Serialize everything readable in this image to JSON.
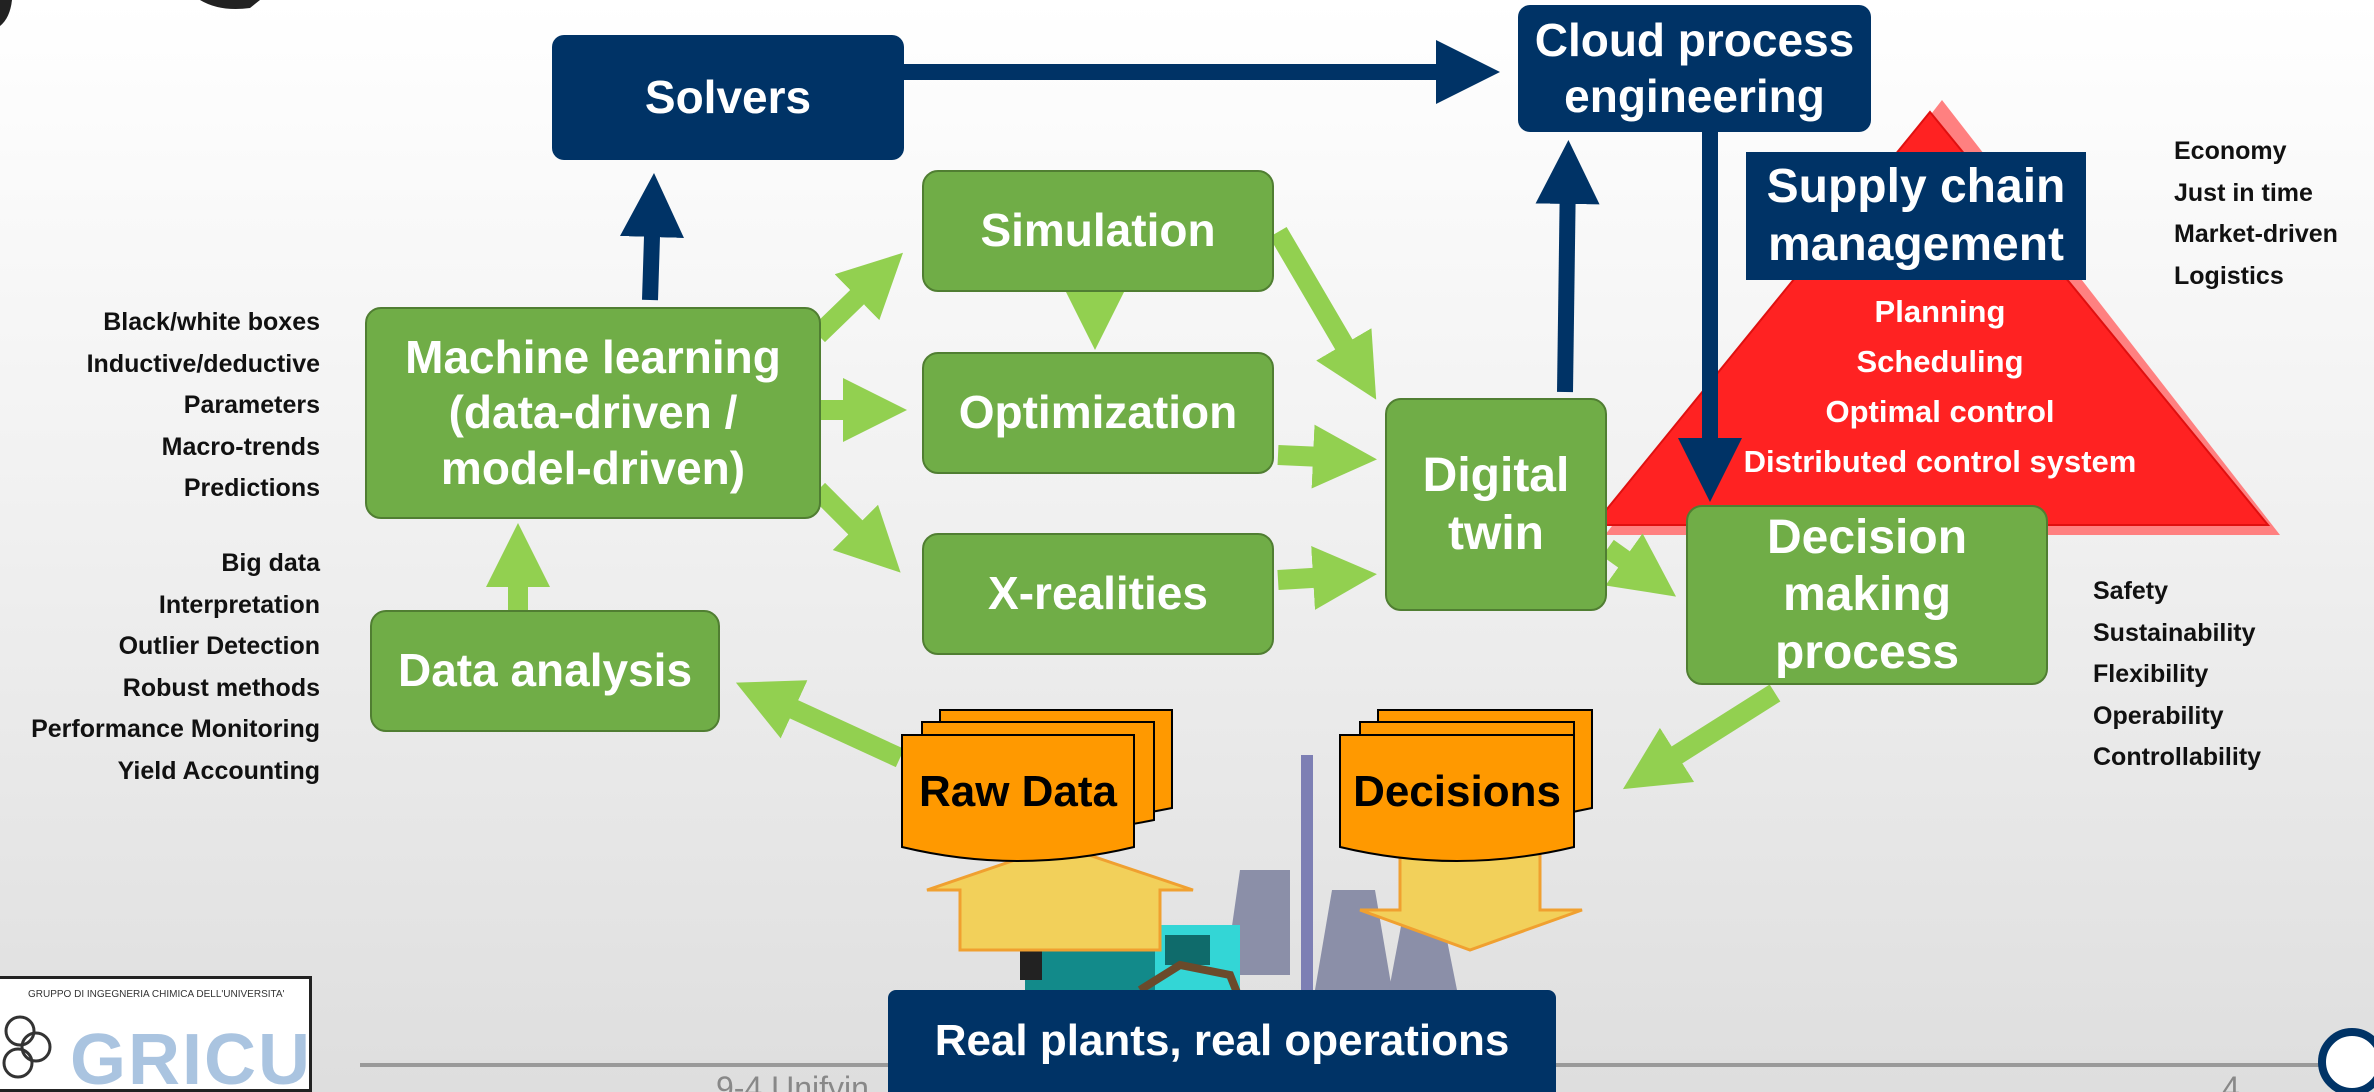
{
  "nodes": {
    "solvers": "Solvers",
    "cloud": "Cloud process engineering",
    "supply_chain": "Supply chain management",
    "simulation": "Simulation",
    "optimization": "Optimization",
    "x_realities": "X-realities",
    "machine_learning": "Machine learning (data-driven / model-driven)",
    "data_analysis": "Data analysis",
    "digital_twin": "Digital twin",
    "decision_making": "Decision making process",
    "raw_data": "Raw Data",
    "decisions": "Decisions",
    "real_plants": "Real plants, real operations"
  },
  "supply_chain_items": [
    "Planning",
    "Scheduling",
    "Optimal control",
    "Distributed control system"
  ],
  "left_list_top": [
    "Black/white boxes",
    "Inductive/deductive",
    "Parameters",
    "Macro-trends",
    "Predictions"
  ],
  "left_list_bottom": [
    "Big data",
    "Interpretation",
    "Outlier Detection",
    "Robust methods",
    "Performance Monitoring",
    "Yield Accounting"
  ],
  "right_list_top": [
    "Economy",
    "Just in time",
    "Market-driven",
    "Logistics"
  ],
  "right_list_bottom": [
    "Safety",
    "Sustainability",
    "Flexibility",
    "Operability",
    "Controllability"
  ],
  "logo": {
    "caption": "GRUPPO DI INGEGNERIA CHIMICA DELL'UNIVERSITA'",
    "name": "GRICU"
  },
  "footer_text": "9-4 Unifyin",
  "page_number": "4",
  "colors": {
    "navy": "#003366",
    "green": "#70ad47",
    "arrow_green": "#92d050",
    "red": "#ff2020",
    "orange": "#ff9900"
  }
}
